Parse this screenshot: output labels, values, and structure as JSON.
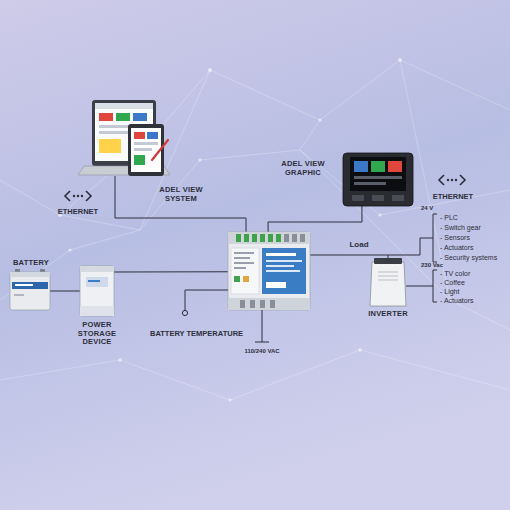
{
  "diagram": {
    "nodes": [
      {
        "text": [
          "ADEL VIEW SYSTEM"
        ]
      },
      {
        "text": [
          "ADEL VIEW GRAPHIC"
        ]
      },
      {
        "text": []
      },
      {
        "text": [
          "BATTERY"
        ]
      },
      {
        "text": [
          "POWER STORAGE DEVICE"
        ]
      },
      {
        "text": [
          "INVERTER"
        ]
      }
    ],
    "edges": [
      {
        "from": 0,
        "to": 2,
        "arrow": "none"
      },
      {
        "from": 1,
        "to": 2,
        "arrow": "none"
      },
      {
        "from": 3,
        "to": 4,
        "arrow": "none"
      },
      {
        "from": 4,
        "to": 2,
        "arrow": "none"
      },
      {
        "from": 2,
        "to": 5,
        "label": "Load",
        "arrow": "none"
      }
    ],
    "labels": [
      "ETHERNET",
      "ETHERNET",
      "24 V",
      "- PLC",
      "- Switch gear",
      "- Sensors",
      "- Actuators",
      "- Security systems",
      "230 Vac",
      "- TV color",
      "- Coffee",
      "- Light",
      "- Actuators",
      "BATTERY TEMPERATURE",
      "110/240 VAC"
    ]
  }
}
